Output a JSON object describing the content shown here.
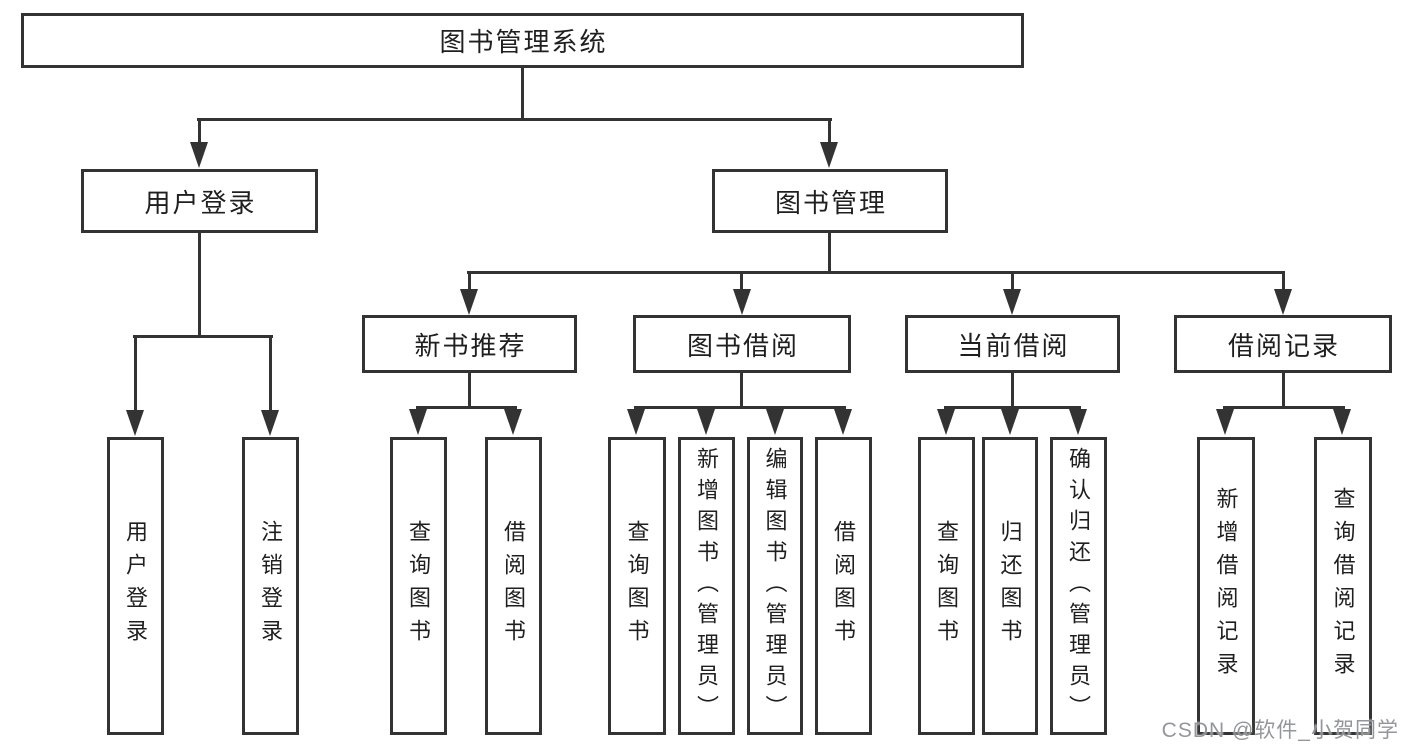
{
  "diagram": {
    "root": {
      "label": "图书管理系统",
      "children": [
        {
          "label": "用户登录",
          "children": [
            {
              "label": "用户登录"
            },
            {
              "label": "注销登录"
            }
          ]
        },
        {
          "label": "图书管理",
          "children": [
            {
              "label": "新书推荐",
              "children": [
                {
                  "label": "查询图书"
                },
                {
                  "label": "借阅图书"
                }
              ]
            },
            {
              "label": "图书借阅",
              "children": [
                {
                  "label": "查询图书"
                },
                {
                  "label": "新增图书（管理员）"
                },
                {
                  "label": "编辑图书（管理员）"
                },
                {
                  "label": "借阅图书"
                }
              ]
            },
            {
              "label": "当前借阅",
              "children": [
                {
                  "label": "查询图书"
                },
                {
                  "label": "归还图书"
                },
                {
                  "label": "确认归还（管理员）"
                }
              ]
            },
            {
              "label": "借阅记录",
              "children": [
                {
                  "label": "新增借阅记录"
                },
                {
                  "label": "查询借阅记录"
                }
              ]
            }
          ]
        }
      ]
    }
  },
  "watermark": {
    "text": "CSDN @软件_小贺同学"
  },
  "colors": {
    "line": "#333333",
    "text": "#1f1f1f",
    "background": "#ffffff",
    "watermark": "#8e9096"
  }
}
